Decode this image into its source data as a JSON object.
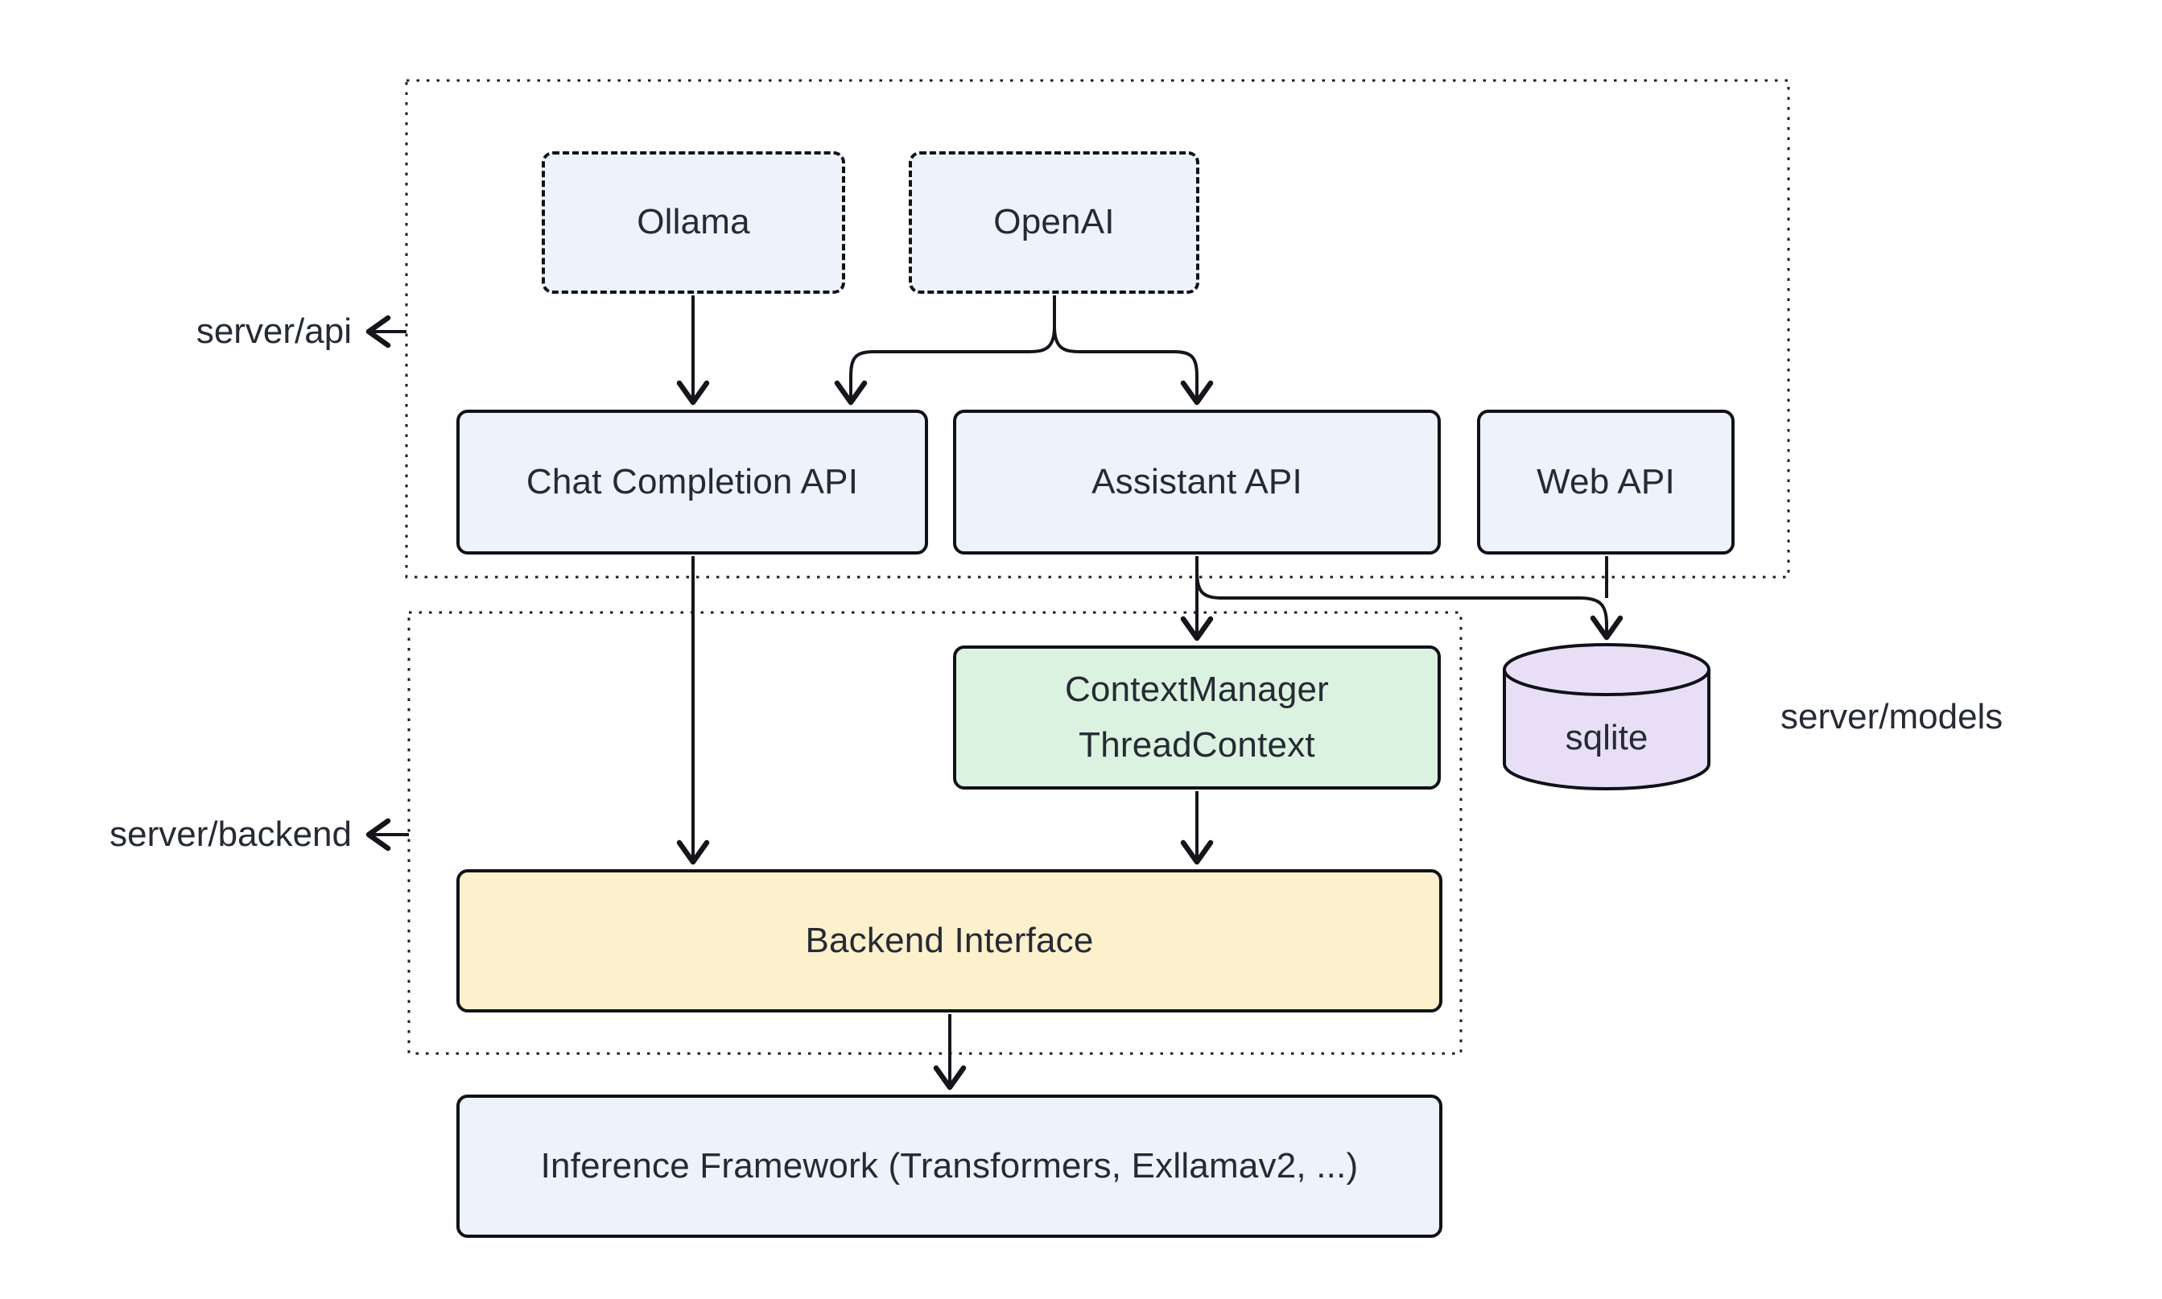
{
  "diagram": {
    "title_hint": "LLM server architecture diagram",
    "colors": {
      "background": "#ffffff",
      "node_fill_blue": "#eef2fb",
      "node_fill_green": "#dbf2e0",
      "node_fill_yellow": "#fdf0cd",
      "node_fill_purple": "#e8dff6",
      "stroke": "#14161c",
      "text": "#262b33"
    },
    "containers": [
      {
        "id": "server-api",
        "label": "server/api"
      },
      {
        "id": "server-backend",
        "label": "server/backend"
      }
    ],
    "labels": {
      "api": "server/api",
      "backend": "server/backend",
      "models": "server/models"
    },
    "nodes": [
      {
        "id": "ollama",
        "label": "Ollama",
        "style": "dashed-blue"
      },
      {
        "id": "openai",
        "label": "OpenAI",
        "style": "dashed-blue"
      },
      {
        "id": "chat-completion-api",
        "label": "Chat Completion API",
        "style": "solid-blue"
      },
      {
        "id": "assistant-api",
        "label": "Assistant API",
        "style": "solid-blue"
      },
      {
        "id": "web-api",
        "label": "Web API",
        "style": "solid-blue"
      },
      {
        "id": "context-manager",
        "label": "ContextManager",
        "label2": "ThreadContext",
        "style": "solid-green"
      },
      {
        "id": "sqlite",
        "label": "sqlite",
        "style": "cylinder-purple"
      },
      {
        "id": "backend-interface",
        "label": "Backend Interface",
        "style": "solid-yellow"
      },
      {
        "id": "inference-framework",
        "label": "Inference Framework (Transformers, Exllamav2, ...)",
        "style": "solid-blue"
      }
    ],
    "edges": [
      {
        "from": "ollama",
        "to": "chat-completion-api"
      },
      {
        "from": "openai",
        "to": "chat-completion-api"
      },
      {
        "from": "openai",
        "to": "assistant-api"
      },
      {
        "from": "chat-completion-api",
        "to": "backend-interface"
      },
      {
        "from": "assistant-api",
        "to": "context-manager"
      },
      {
        "from": "assistant-api",
        "to": "sqlite"
      },
      {
        "from": "web-api",
        "to": "sqlite"
      },
      {
        "from": "context-manager",
        "to": "backend-interface"
      },
      {
        "from": "backend-interface",
        "to": "inference-framework"
      }
    ]
  }
}
